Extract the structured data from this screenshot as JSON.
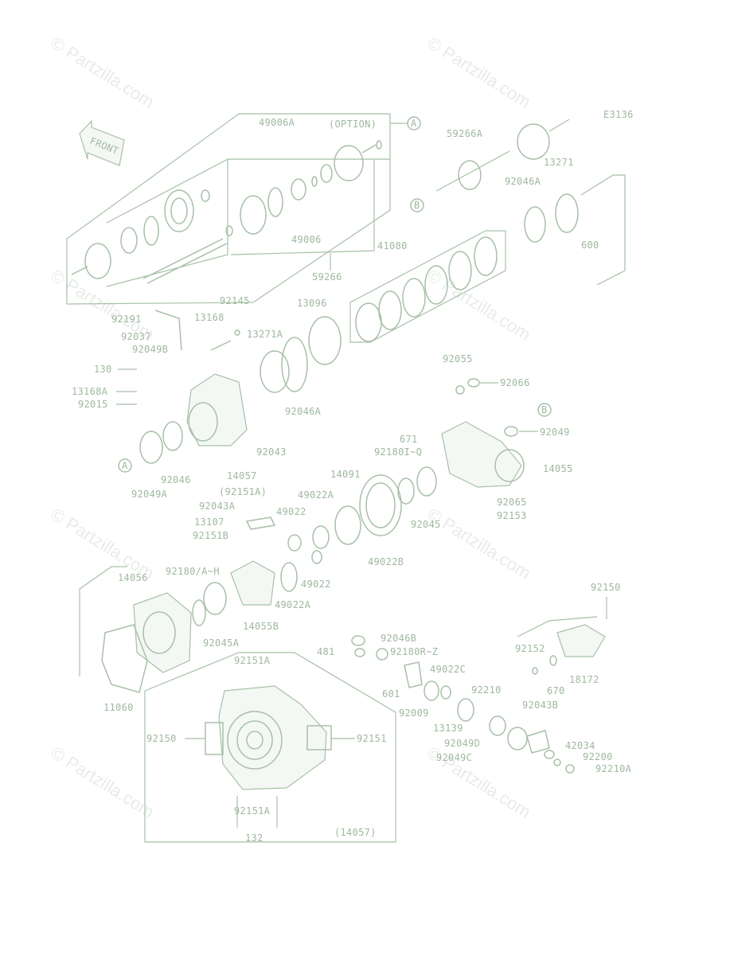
{
  "watermark": "© Partzilla.com",
  "diagram_code": "E3136",
  "option_label": "(OPTION)",
  "front_label": "FRONT",
  "ref_a": "A",
  "ref_b": "B",
  "assembly_label": "(14057)",
  "parts": [
    "49006A",
    "59266A",
    "13271",
    "92046A",
    "600",
    "49006",
    "59266",
    "41080",
    "92191",
    "92037",
    "92049B",
    "13168",
    "92145",
    "13271A",
    "13096",
    "130",
    "13168A",
    "92015",
    "92046A",
    "92055",
    "92066",
    "671",
    "92180I~Q",
    "14055",
    "92049",
    "14057",
    "92043",
    "(92151A)",
    "92046",
    "92049A",
    "14091",
    "49022A",
    "92043A",
    "13107",
    "49022",
    "92151B",
    "92065",
    "92153",
    "92045",
    "49022B",
    "92180/A~H",
    "14056",
    "49022A",
    "14055B",
    "49022",
    "92045A",
    "92150",
    "92046B",
    "481",
    "92180R~Z",
    "49022C",
    "92152",
    "601",
    "92210",
    "670",
    "92009",
    "18172",
    "92043B",
    "13139",
    "42034",
    "92049D",
    "92049C",
    "92200",
    "92210A",
    "11060",
    "92151A",
    "92150",
    "92151",
    "92151A",
    "132"
  ]
}
